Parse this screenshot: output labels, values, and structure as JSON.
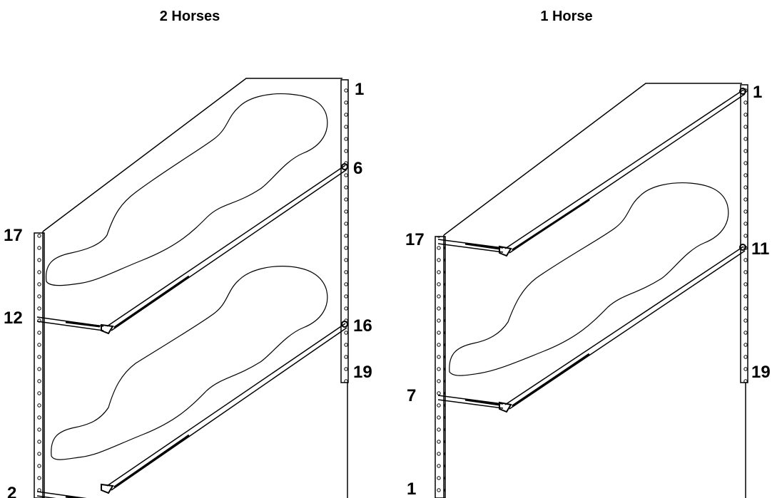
{
  "panels": [
    {
      "title": "2 Horses",
      "labels": {
        "left_top": "17",
        "left_mid": "12",
        "left_bot": "2",
        "right_top": "1",
        "right_a": "6",
        "right_b": "16",
        "right_bot": "19"
      }
    },
    {
      "title": "1 Horse",
      "labels": {
        "left_top": "17",
        "left_mid": "7",
        "left_bot": "1",
        "right_top": "1",
        "right_a": "11",
        "right_bot": "19"
      }
    }
  ]
}
